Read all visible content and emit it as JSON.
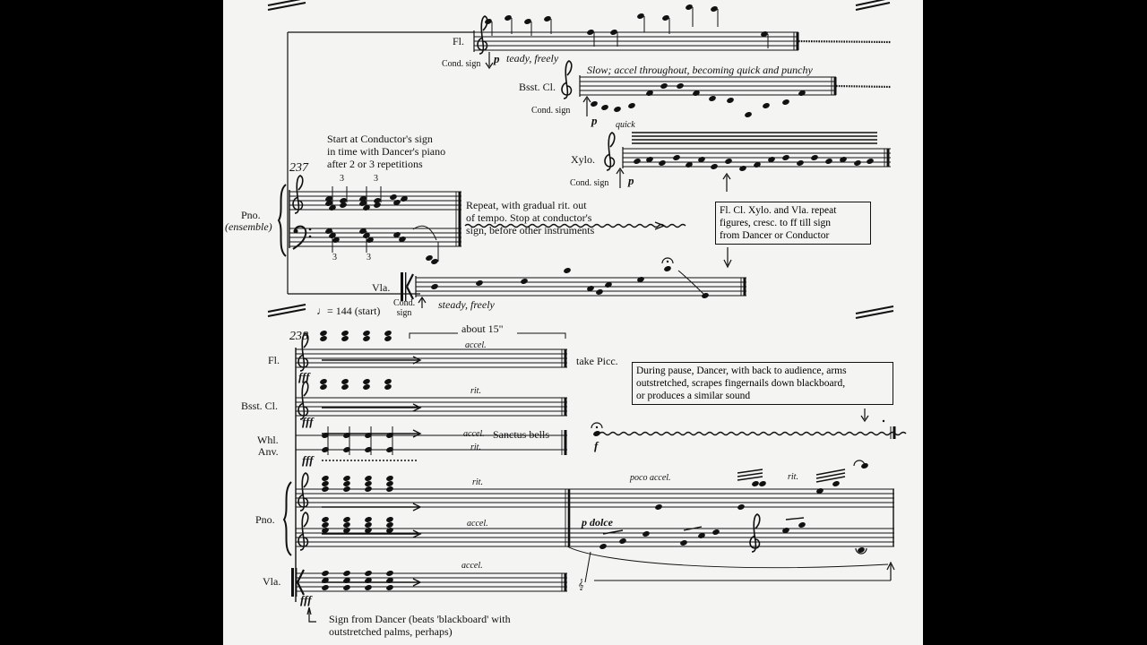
{
  "system1": {
    "measure_number": "237",
    "instruments": {
      "flute": "Fl.",
      "bass_clarinet": "Bsst. Cl.",
      "xylophone": "Xylo.",
      "piano": "Pno.",
      "piano_sub": "(ensemble)",
      "viola": "Vla."
    },
    "cond_sign": "Cond. sign",
    "cond_sign_split": [
      "Cond.",
      "sign"
    ],
    "flute_dynamic": "p",
    "flute_direction": "teady, freely",
    "bcl_direction": "Slow; accel throughout, becoming quick and punchy",
    "bcl_dynamic": "p",
    "bcl_quick": "quick",
    "xylo_dynamic": "p",
    "start_note": [
      "Start at Conductor's sign",
      "in time with Dancer's piano",
      "after 2 or 3 repetitions"
    ],
    "repeat_note": [
      "Repeat, with gradual rit. out",
      "of tempo. Stop at conductor's",
      "sign, before other instruments"
    ],
    "box_note": [
      "Fl. Cl. Xylo. and Vla. repeat",
      "figures, cresc. to ff till sign",
      "from Dancer or Conductor"
    ],
    "viola_direction": "steady, freely",
    "triplet": "3"
  },
  "system2": {
    "tempo": "♩= 144 (start)",
    "measure_number": "238",
    "about": "about 15\"",
    "instruments": {
      "flute": "Fl.",
      "bass_clarinet": "Bsst. Cl.",
      "whip_anvil": [
        "Whl.",
        "Anv."
      ],
      "piano": "Pno.",
      "viola": "Vla."
    },
    "accel": "accel.",
    "rit": "rit.",
    "fff": "fff",
    "take_picc": "take Picc.",
    "sanctus": "Sanctus bells",
    "f": "f",
    "pause_note": [
      "During pause, Dancer, with back to audience, arms",
      "outstretched, scrapes fingernails down blackboard,",
      "or produces a similar sound"
    ],
    "poco_accel": "poco accel.",
    "p_dolce": "p dolce",
    "sign_note": [
      "Sign from Dancer (beats 'blackboard' with",
      "outstretched palms, perhaps)"
    ]
  }
}
